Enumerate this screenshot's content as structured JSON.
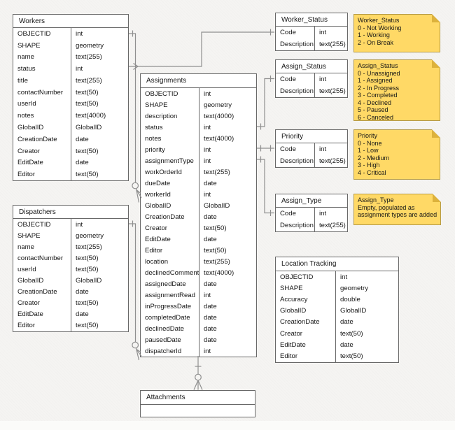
{
  "diagram": {
    "colors": {
      "background": "#f5f4f2",
      "table_border": "#686868",
      "table_fill": "#ffffff",
      "text": "#161616",
      "connector": "#8f8f8f",
      "note_fill": "#ffd966",
      "note_border": "#b59a45",
      "note_fold": "#ddb23c"
    },
    "tables": [
      {
        "id": "workers",
        "title": "Workers",
        "fields": [
          {
            "name": "OBJECTID",
            "type": "int"
          },
          {
            "name": "SHAPE",
            "type": "geometry"
          },
          {
            "name": "name",
            "type": "text(255)"
          },
          {
            "name": "status",
            "type": "int"
          },
          {
            "name": "title",
            "type": "text(255)"
          },
          {
            "name": "contactNumber",
            "type": "text(50)"
          },
          {
            "name": "userId",
            "type": "text(50)"
          },
          {
            "name": "notes",
            "type": "text(4000)"
          },
          {
            "name": "GlobalID",
            "type": "GlobalID"
          },
          {
            "name": "CreationDate",
            "type": "date"
          },
          {
            "name": "Creator",
            "type": "text(50)"
          },
          {
            "name": "EditDate",
            "type": "date"
          },
          {
            "name": "Editor",
            "type": "text(50)"
          }
        ]
      },
      {
        "id": "dispatchers",
        "title": "Dispatchers",
        "fields": [
          {
            "name": "OBJECTID",
            "type": "int"
          },
          {
            "name": "SHAPE",
            "type": "geometry"
          },
          {
            "name": "name",
            "type": "text(255)"
          },
          {
            "name": "contactNumber",
            "type": "text(50)"
          },
          {
            "name": "userId",
            "type": "text(50)"
          },
          {
            "name": "GlobalID",
            "type": "GlobalID"
          },
          {
            "name": "CreationDate",
            "type": "date"
          },
          {
            "name": "Creator",
            "type": "text(50)"
          },
          {
            "name": "EditDate",
            "type": "date"
          },
          {
            "name": "Editor",
            "type": "text(50)"
          }
        ]
      },
      {
        "id": "assignments",
        "title": "Assignments",
        "fields": [
          {
            "name": "OBJECTID",
            "type": "int"
          },
          {
            "name": "SHAPE",
            "type": "geometry"
          },
          {
            "name": "description",
            "type": "text(4000)"
          },
          {
            "name": "status",
            "type": "int"
          },
          {
            "name": "notes",
            "type": "text(4000)"
          },
          {
            "name": "priority",
            "type": "int"
          },
          {
            "name": "assignmentType",
            "type": "int"
          },
          {
            "name": "workOrderId",
            "type": "text(255)"
          },
          {
            "name": "dueDate",
            "type": "date"
          },
          {
            "name": "workerId",
            "type": "int"
          },
          {
            "name": "GlobalID",
            "type": "GlobalID"
          },
          {
            "name": "CreationDate",
            "type": "date"
          },
          {
            "name": "Creator",
            "type": "text(50)"
          },
          {
            "name": "EditDate",
            "type": "date"
          },
          {
            "name": "Editor",
            "type": "text(50)"
          },
          {
            "name": "location",
            "type": "text(255)"
          },
          {
            "name": "declinedComment",
            "type": "text(4000)"
          },
          {
            "name": "assignedDate",
            "type": "date"
          },
          {
            "name": "assignmentRead",
            "type": "int"
          },
          {
            "name": "inProgressDate",
            "type": "date"
          },
          {
            "name": "completedDate",
            "type": "date"
          },
          {
            "name": "declinedDate",
            "type": "date"
          },
          {
            "name": "pausedDate",
            "type": "date"
          },
          {
            "name": "dispatcherId",
            "type": "int"
          }
        ]
      },
      {
        "id": "worker_status",
        "title": "Worker_Status",
        "fields": [
          {
            "name": "Code",
            "type": "int"
          },
          {
            "name": "Description",
            "type": "text(255)"
          }
        ]
      },
      {
        "id": "assign_status",
        "title": "Assign_Status",
        "fields": [
          {
            "name": "Code",
            "type": "int"
          },
          {
            "name": "Description",
            "type": "text(255)"
          }
        ]
      },
      {
        "id": "priority",
        "title": "Priority",
        "fields": [
          {
            "name": "Code",
            "type": "int"
          },
          {
            "name": "Description",
            "type": "text(255)"
          }
        ]
      },
      {
        "id": "assign_type",
        "title": "Assign_Type",
        "fields": [
          {
            "name": "Code",
            "type": "int"
          },
          {
            "name": "Description",
            "type": "text(255)"
          }
        ]
      },
      {
        "id": "location_tracking",
        "title": "Location Tracking",
        "fields": [
          {
            "name": "OBJECTID",
            "type": "int"
          },
          {
            "name": "SHAPE",
            "type": "geometry"
          },
          {
            "name": "Accuracy",
            "type": "double"
          },
          {
            "name": "GlobalID",
            "type": "GlobalID"
          },
          {
            "name": "CreationDate",
            "type": "date"
          },
          {
            "name": "Creator",
            "type": "text(50)"
          },
          {
            "name": "EditDate",
            "type": "date"
          },
          {
            "name": "Editor",
            "type": "text(50)"
          }
        ]
      },
      {
        "id": "attachments",
        "title": "Attachments",
        "fields": []
      }
    ],
    "notes": [
      {
        "id": "note_worker_status",
        "lines": [
          "Worker_Status",
          "0 - Not Working",
          "1 - Working",
          "2 - On Break"
        ]
      },
      {
        "id": "note_assign_status",
        "lines": [
          "Assign_Status",
          "0 - Unassigned",
          "1 - Assigned",
          "2 - In Progress",
          "3 - Completed",
          "4 - Declined",
          "5 - Paused",
          "6 - Canceled"
        ]
      },
      {
        "id": "note_priority",
        "lines": [
          "Priority",
          "0 - None",
          "1 - Low",
          "2 - Medium",
          "3 - High",
          "4 - Critical"
        ]
      },
      {
        "id": "note_assign_type",
        "lines": [
          "Assign_Type",
          "Empty, populated as",
          "assignment types are added"
        ]
      }
    ],
    "relationships": [
      {
        "id": "rel-workers-objectid-assignments-workerid",
        "from": "Workers.OBJECTID",
        "to": "Assignments.workerId",
        "from_end": "one",
        "to_end": "zero-or-many"
      },
      {
        "id": "rel-workers-status-workerstatus-code",
        "from": "Workers.status",
        "to": "Worker_Status.Code",
        "from_end": "arrow",
        "to_end": "one"
      },
      {
        "id": "rel-dispatchers-objectid-assignments-dispatcherid",
        "from": "Dispatchers.OBJECTID",
        "to": "Assignments.dispatcherId",
        "from_end": "one",
        "to_end": "zero-or-many"
      },
      {
        "id": "rel-assignments-status-assignstatus-code",
        "from": "Assignments.status",
        "to": "Assign_Status.Code",
        "from_end": "one",
        "to_end": "one"
      },
      {
        "id": "rel-assignments-priority-priority-code",
        "from": "Assignments.priority",
        "to": "Priority.Code",
        "from_end": "one",
        "to_end": "one"
      },
      {
        "id": "rel-assignments-assignmenttype-assigntype-code",
        "from": "Assignments.assignmentType",
        "to": "Assign_Type.Code",
        "from_end": "one",
        "to_end": "one"
      },
      {
        "id": "rel-assignments-attachments",
        "from": "Assignments",
        "to": "Attachments",
        "from_end": "one",
        "to_end": "zero-or-many"
      }
    ]
  }
}
